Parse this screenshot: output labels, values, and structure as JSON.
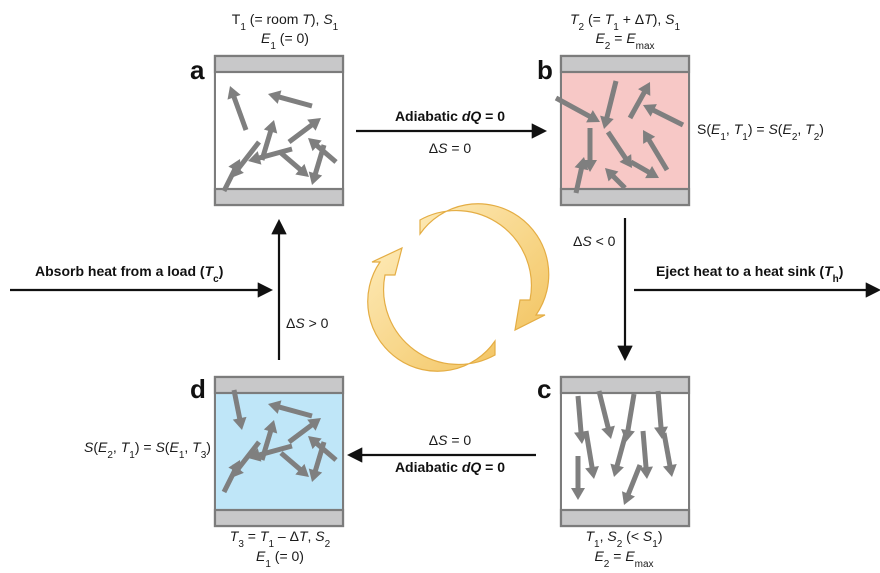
{
  "panels": {
    "a": {
      "letter": "a",
      "fill": "#ffffff",
      "label_top": [
        "T1 (= room T), S1",
        "E1 (= 0)"
      ],
      "top_line1": [
        {
          "t": "T"
        },
        {
          "t": "1",
          "sub": true
        },
        {
          "t": " (= room "
        },
        {
          "t": "T",
          "i": true
        },
        {
          "t": "), "
        },
        {
          "t": "S",
          "i": true
        },
        {
          "t": "1",
          "sub": true
        }
      ],
      "top_line2": [
        {
          "t": "E",
          "i": true
        },
        {
          "t": "1",
          "sub": true
        },
        {
          "t": " (= 0)"
        }
      ]
    },
    "b": {
      "letter": "b",
      "fill": "#f7c8c6",
      "label_top": [
        "T2 (= T1 + ΔT), S1",
        "E2 = Emax"
      ],
      "top_line1": [
        {
          "t": "T",
          "i": true
        },
        {
          "t": "2",
          "sub": true
        },
        {
          "t": " (= "
        },
        {
          "t": "T",
          "i": true
        },
        {
          "t": "1",
          "sub": true
        },
        {
          "t": " + Δ"
        },
        {
          "t": "T",
          "i": true
        },
        {
          "t": "), "
        },
        {
          "t": "S",
          "i": true
        },
        {
          "t": "1",
          "sub": true
        }
      ],
      "top_line2": [
        {
          "t": "E",
          "i": true
        },
        {
          "t": "2",
          "sub": true
        },
        {
          "t": " = "
        },
        {
          "t": "E",
          "i": true
        },
        {
          "t": "max",
          "sub": true
        }
      ],
      "side": [
        {
          "t": "S"
        },
        {
          "t": "("
        },
        {
          "t": "E",
          "i": true
        },
        {
          "t": "1",
          "sub": true
        },
        {
          "t": ", "
        },
        {
          "t": "T",
          "i": true
        },
        {
          "t": "1",
          "sub": true
        },
        {
          "t": ") = "
        },
        {
          "t": "S",
          "i": true
        },
        {
          "t": "("
        },
        {
          "t": "E",
          "i": true
        },
        {
          "t": "2",
          "sub": true
        },
        {
          "t": ", "
        },
        {
          "t": "T",
          "i": true
        },
        {
          "t": "2",
          "sub": true
        },
        {
          "t": ")"
        }
      ]
    },
    "c": {
      "letter": "c",
      "fill": "#ffffff",
      "bot_line1": [
        {
          "t": "T",
          "i": true
        },
        {
          "t": "1",
          "sub": true
        },
        {
          "t": ", "
        },
        {
          "t": "S",
          "i": true
        },
        {
          "t": "2",
          "sub": true
        },
        {
          "t": " (< "
        },
        {
          "t": "S",
          "i": true
        },
        {
          "t": "1",
          "sub": true
        },
        {
          "t": ")"
        }
      ],
      "bot_line2": [
        {
          "t": "E",
          "i": true
        },
        {
          "t": "2",
          "sub": true
        },
        {
          "t": " = "
        },
        {
          "t": "E",
          "i": true
        },
        {
          "t": "max",
          "sub": true
        }
      ]
    },
    "d": {
      "letter": "d",
      "fill": "#bfe6f8",
      "bot_line1": [
        {
          "t": "T",
          "i": true
        },
        {
          "t": "3",
          "sub": true
        },
        {
          "t": " = "
        },
        {
          "t": "T",
          "i": true
        },
        {
          "t": "1",
          "sub": true
        },
        {
          "t": " – Δ"
        },
        {
          "t": "T",
          "i": true
        },
        {
          "t": ", "
        },
        {
          "t": "S",
          "i": true
        },
        {
          "t": "2",
          "sub": true
        }
      ],
      "bot_line2": [
        {
          "t": "E",
          "i": true
        },
        {
          "t": "1",
          "sub": true
        },
        {
          "t": " (= 0)"
        }
      ],
      "side": [
        {
          "t": "S",
          "i": true
        },
        {
          "t": "("
        },
        {
          "t": "E",
          "i": true
        },
        {
          "t": "2",
          "sub": true
        },
        {
          "t": ", "
        },
        {
          "t": "T",
          "i": true
        },
        {
          "t": "1",
          "sub": true
        },
        {
          "t": ") = "
        },
        {
          "t": "S",
          "i": true
        },
        {
          "t": "("
        },
        {
          "t": "E",
          "i": true
        },
        {
          "t": "1",
          "sub": true
        },
        {
          "t": ", "
        },
        {
          "t": "T",
          "i": true
        },
        {
          "t": "3",
          "sub": true
        },
        {
          "t": ")"
        }
      ]
    }
  },
  "transitions": {
    "ab_top": [
      {
        "t": "Adiabatic "
      },
      {
        "t": "dQ",
        "i": true
      },
      {
        "t": " = 0"
      }
    ],
    "ab_bottom": [
      {
        "t": "Δ"
      },
      {
        "t": "S",
        "i": true
      },
      {
        "t": " = 0"
      }
    ],
    "bc": [
      {
        "t": "Δ"
      },
      {
        "t": "S",
        "i": true
      },
      {
        "t": " < 0"
      }
    ],
    "cd_top": [
      {
        "t": "Δ"
      },
      {
        "t": "S",
        "i": true
      },
      {
        "t": " = 0"
      }
    ],
    "cd_bottom": [
      {
        "t": "Adiabatic "
      },
      {
        "t": "dQ",
        "i": true
      },
      {
        "t": " = 0"
      }
    ],
    "da": [
      {
        "t": "Δ"
      },
      {
        "t": "S",
        "i": true
      },
      {
        "t": " > 0"
      }
    ]
  },
  "heat": {
    "absorb": [
      {
        "t": "Absorb heat from a load ("
      },
      {
        "t": "T",
        "i": true
      },
      {
        "t": "c",
        "sub": true
      },
      {
        "t": ")"
      }
    ],
    "eject": [
      {
        "t": "Eject heat to a heat sink ("
      },
      {
        "t": "T",
        "i": true
      },
      {
        "t": "h",
        "sub": true
      },
      {
        "t": ")"
      }
    ]
  },
  "colors": {
    "plate": "#c8c8c9",
    "frame": "#7c7c7c",
    "spin": "#7f7f7f",
    "cycle": "#f7d27a",
    "ink": "#111111"
  }
}
